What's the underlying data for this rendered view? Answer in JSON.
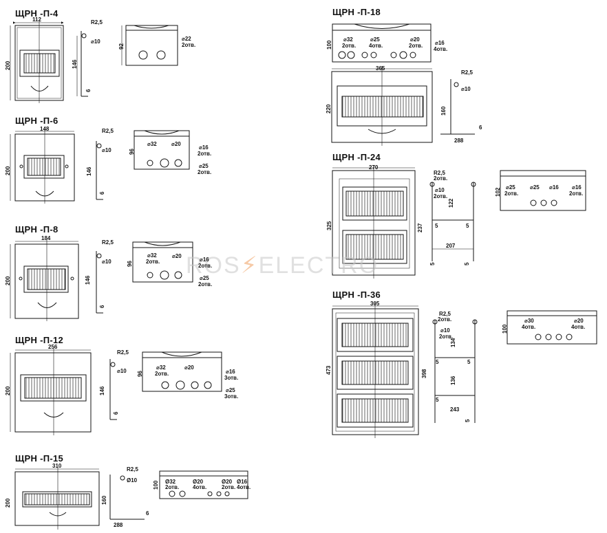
{
  "watermark": {
    "left": "ROS",
    "right": "ELECTRO"
  },
  "models": {
    "p4": {
      "title": "ЩРН -П-4",
      "width": "112",
      "height": "200",
      "depth": "92",
      "mount_radius": "R2,5",
      "mount_hole": "⌀10",
      "mount_height": "146",
      "mount_offset": "6",
      "knockout": "⌀22",
      "knockout_count": "2отв."
    },
    "p6": {
      "title": "ЩРН -П-6",
      "width": "148",
      "height": "200",
      "depth": "96",
      "mount_radius": "R2,5",
      "mount_hole": "⌀10",
      "mount_height": "146",
      "mount_offset": "6",
      "k1": "⌀32",
      "k2": "⌀20",
      "k3": "⌀16",
      "k3_count": "2отв.",
      "k4": "⌀25",
      "k4_count": "2отв."
    },
    "p8": {
      "title": "ЩРН -П-8",
      "width": "184",
      "height": "200",
      "depth": "96",
      "mount_radius": "R2,5",
      "mount_hole": "⌀10",
      "mount_height": "146",
      "mount_offset": "6",
      "k1": "⌀32",
      "k1_count": "2отв.",
      "k2": "⌀20",
      "k3": "⌀16",
      "k3_count": "2отв.",
      "k4": "⌀25",
      "k4_count": "2отв."
    },
    "p12": {
      "title": "ЩРН -П-12",
      "width": "256",
      "height": "200",
      "depth": "96",
      "mount_radius": "R2,5",
      "mount_hole": "⌀10",
      "mount_height": "146",
      "mount_offset": "6",
      "k1": "⌀32",
      "k1_count": "2отв.",
      "k2": "⌀20",
      "k3": "⌀16",
      "k3_count": "3отв.",
      "k4": "⌀25",
      "k4_count": "3отв."
    },
    "p15": {
      "title": "ЩРН -П-15",
      "width": "310",
      "height": "200",
      "depth": "100",
      "mount_radius": "R2,5",
      "mount_hole": "Ø10",
      "mount_height": "160",
      "mount_width": "288",
      "mount_offset": "6",
      "k1": "Ø32",
      "k1_count": "2отв.",
      "k2": "Ø20",
      "k2_count": "4отв.",
      "k3": "Ø20",
      "k3_count": "2отв.",
      "k4": "Ø16",
      "k4_count": "4отв."
    },
    "p18": {
      "title": "ЩРН -П-18",
      "width": "365",
      "height": "220",
      "depth": "100",
      "mount_radius": "R2,5",
      "mount_hole": "⌀10",
      "mount_height": "160",
      "mount_width": "288",
      "mount_offset": "6",
      "k1": "⌀32",
      "k1_count": "2отв.",
      "k2": "⌀25",
      "k2_count": "4отв.",
      "k3": "⌀20",
      "k3_count": "2отв.",
      "k4": "⌀16",
      "k4_count": "4отв."
    },
    "p24": {
      "title": "ЩРН -П-24",
      "width": "270",
      "height": "325",
      "depth": "102",
      "mount_radius": "R2,5",
      "mount_radius_count": "2отв.",
      "mount_hole": "⌀10",
      "mount_hole_count": "2отв.",
      "mount_height": "237",
      "mount_v1": "122",
      "mount_width": "207",
      "offset1": "5",
      "offset2": "5",
      "offset3": "5",
      "offset4": "5",
      "k1": "⌀25",
      "k1_count": "2отв.",
      "k2": "⌀25",
      "k3": "⌀16",
      "k4": "⌀16",
      "k4_count": "2отв."
    },
    "p36": {
      "title": "ЩРН -П-36",
      "width": "305",
      "height": "473",
      "depth": "100",
      "mount_radius": "R2,5",
      "mount_radius_count": "2отв.",
      "mount_hole": "⌀10",
      "mount_hole_count": "2отв.",
      "mount_height": "398",
      "mount_v1": "134",
      "mount_v2": "136",
      "mount_width": "243",
      "offset1": "5",
      "offset2": "5",
      "offset3": "5",
      "offset4": "5",
      "k1": "⌀30",
      "k1_count": "4отв.",
      "k2": "⌀20",
      "k2_count": "4отв."
    }
  }
}
